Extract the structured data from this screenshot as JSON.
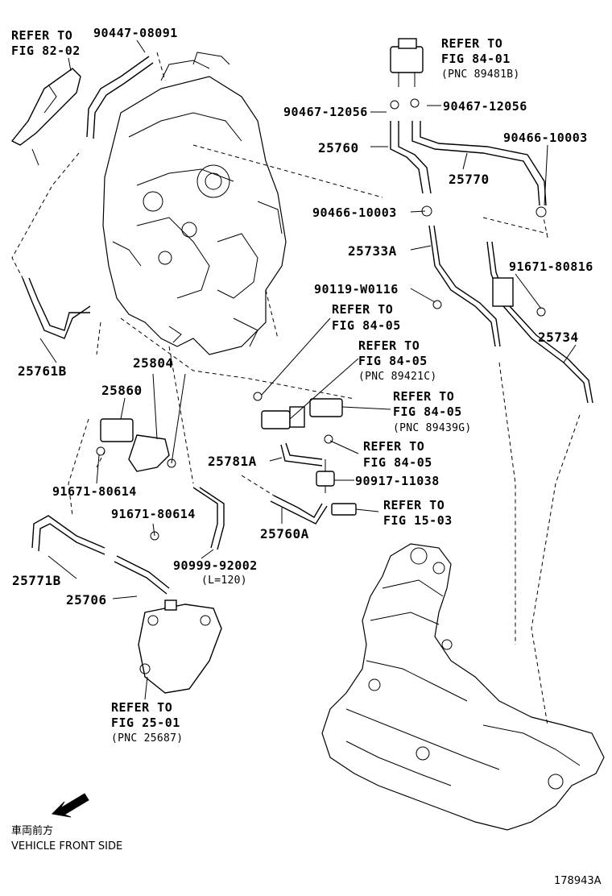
{
  "labels": {
    "refer_82_02_a": "REFER TO",
    "refer_82_02_b": "FIG 82-02",
    "p_90447_08091": "90447-08091",
    "refer_84_01_a": "REFER TO",
    "refer_84_01_b": "FIG 84-01",
    "refer_84_01_c": "(PNC 89481B)",
    "p_90467_12056_l": "90467-12056",
    "p_90467_12056_r": "90467-12056",
    "p_25760": "25760",
    "p_90466_10003_r": "90466-10003",
    "p_25770": "25770",
    "p_90466_10003_m": "90466-10003",
    "p_25733A": "25733A",
    "p_91671_80816": "91671-80816",
    "p_90119_W0116": "90119-W0116",
    "refer_84_05_1a": "REFER TO",
    "refer_84_05_1b": "FIG 84-05",
    "p_25734": "25734",
    "refer_84_05_2a": "REFER TO",
    "refer_84_05_2b": "FIG 84-05",
    "refer_84_05_2c": "(PNC 89421C)",
    "p_25761B": "25761B",
    "p_25804": "25804",
    "p_25860": "25860",
    "refer_84_05_3a": "REFER TO",
    "refer_84_05_3b": "FIG 84-05",
    "refer_84_05_3c": "(PNC 89439G)",
    "refer_84_05_4a": "REFER TO",
    "refer_84_05_4b": "FIG 84-05",
    "p_25781A": "25781A",
    "p_90917_11038": "90917-11038",
    "p_91671_80614_a": "91671-80614",
    "p_91671_80614_b": "91671-80614",
    "refer_15_03_a": "REFER TO",
    "refer_15_03_b": "FIG 15-03",
    "p_25760A": "25760A",
    "p_90999_92002": "90999-92002",
    "p_len": "(L=120)",
    "p_25771B": "25771B",
    "p_25706": "25706",
    "refer_25_01_a": "REFER TO",
    "refer_25_01_b": "FIG 25-01",
    "refer_25_01_c": "(PNC 25687)",
    "front_jp": "車両前方",
    "front_en": "VEHICLE FRONT SIDE",
    "figure_id": "178943A"
  }
}
